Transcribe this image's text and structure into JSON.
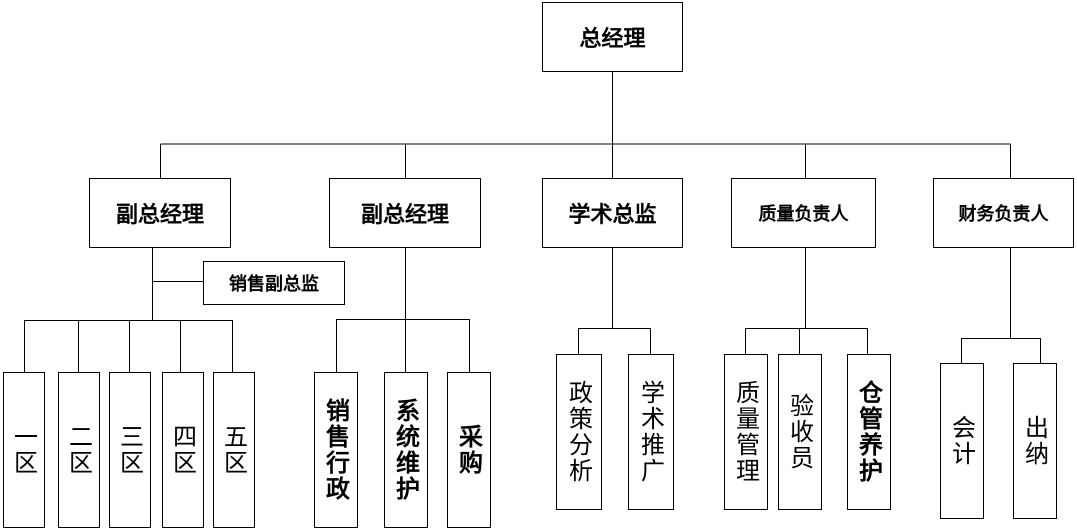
{
  "chart": {
    "ceo": "总经理",
    "vp_sales": "副总经理",
    "vp_ops": "副总经理",
    "academic_director": "学术总监",
    "quality_head": "质量负责人",
    "finance_head": "财务负责人",
    "sales_deputy_director": "销售副总监",
    "regions": [
      "一区",
      "二区",
      "三区",
      "四区",
      "五区"
    ],
    "ops_units": [
      "销售行政",
      "系统维护",
      "采购"
    ],
    "academic_units": [
      "政策分析",
      "学术推广"
    ],
    "quality_units": [
      "质量管理",
      "验收员",
      "仓管养护"
    ],
    "finance_units": [
      "会计",
      "出纳"
    ]
  }
}
